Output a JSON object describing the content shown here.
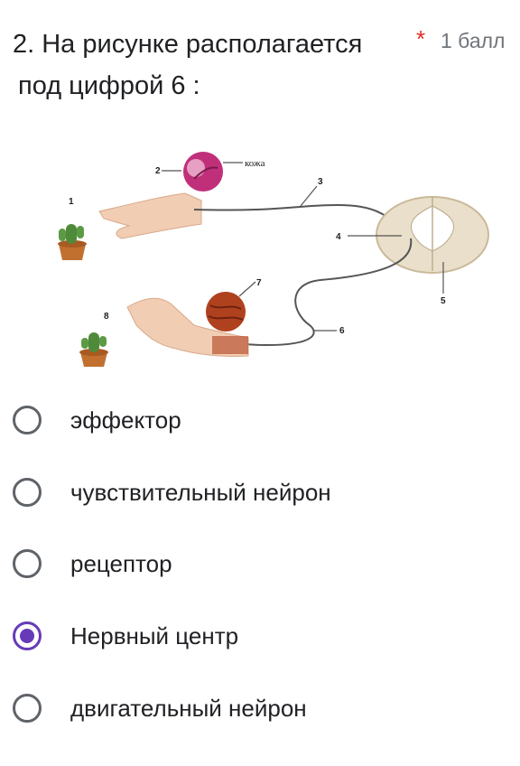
{
  "question": {
    "title_line1": "2. На рисунке располагается",
    "title_line2": "под цифрой 6 :",
    "required_mark": "*",
    "points": "1 балл"
  },
  "figure": {
    "skin_label": "кожа",
    "numbers": [
      "1",
      "2",
      "3",
      "4",
      "5",
      "6",
      "7",
      "8"
    ],
    "colors": {
      "nerve": "#555555",
      "skin_circle": "#c0307a",
      "muscle_circle": "#b0411e",
      "spinal_cord": "#eadfca",
      "cactus": "#4f8a3a",
      "pot": "#c1702f",
      "hand": "#f1cdb3"
    }
  },
  "options": [
    {
      "label": "эффектор",
      "selected": false
    },
    {
      "label": "чувствительный нейрон",
      "selected": false
    },
    {
      "label": "рецептор",
      "selected": false
    },
    {
      "label": "Нервный центр",
      "selected": true
    },
    {
      "label": "двигательный нейрон",
      "selected": false
    }
  ],
  "accent_color": "#673ab7"
}
